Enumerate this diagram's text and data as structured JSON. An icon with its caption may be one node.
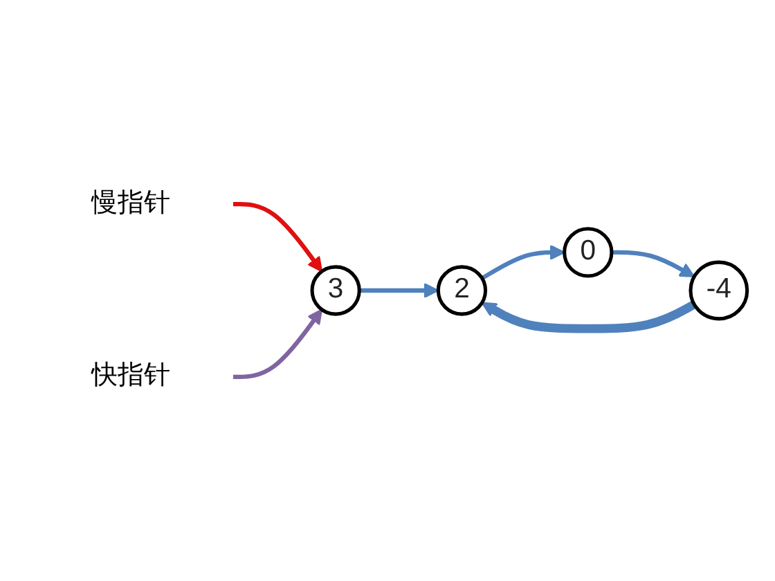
{
  "diagram": {
    "nodes": [
      {
        "text": [
          "慢指针"
        ]
      },
      {
        "text": [
          "快指针"
        ]
      },
      {
        "text": [
          "3"
        ]
      },
      {
        "text": [
          "2"
        ]
      },
      {
        "text": [
          "0"
        ]
      },
      {
        "text": [
          "-4"
        ]
      }
    ],
    "edges": [
      {
        "from": 0,
        "to": 2,
        "arrow": "to",
        "color": "#e01010"
      },
      {
        "from": 1,
        "to": 2,
        "arrow": "to",
        "color": "#8064a2"
      },
      {
        "from": 2,
        "to": 3,
        "arrow": "to"
      },
      {
        "from": 3,
        "to": 4,
        "arrow": "to"
      },
      {
        "from": 4,
        "to": 5,
        "arrow": "to"
      },
      {
        "from": 5,
        "to": 3,
        "arrow": "to",
        "style": "thick"
      }
    ]
  }
}
